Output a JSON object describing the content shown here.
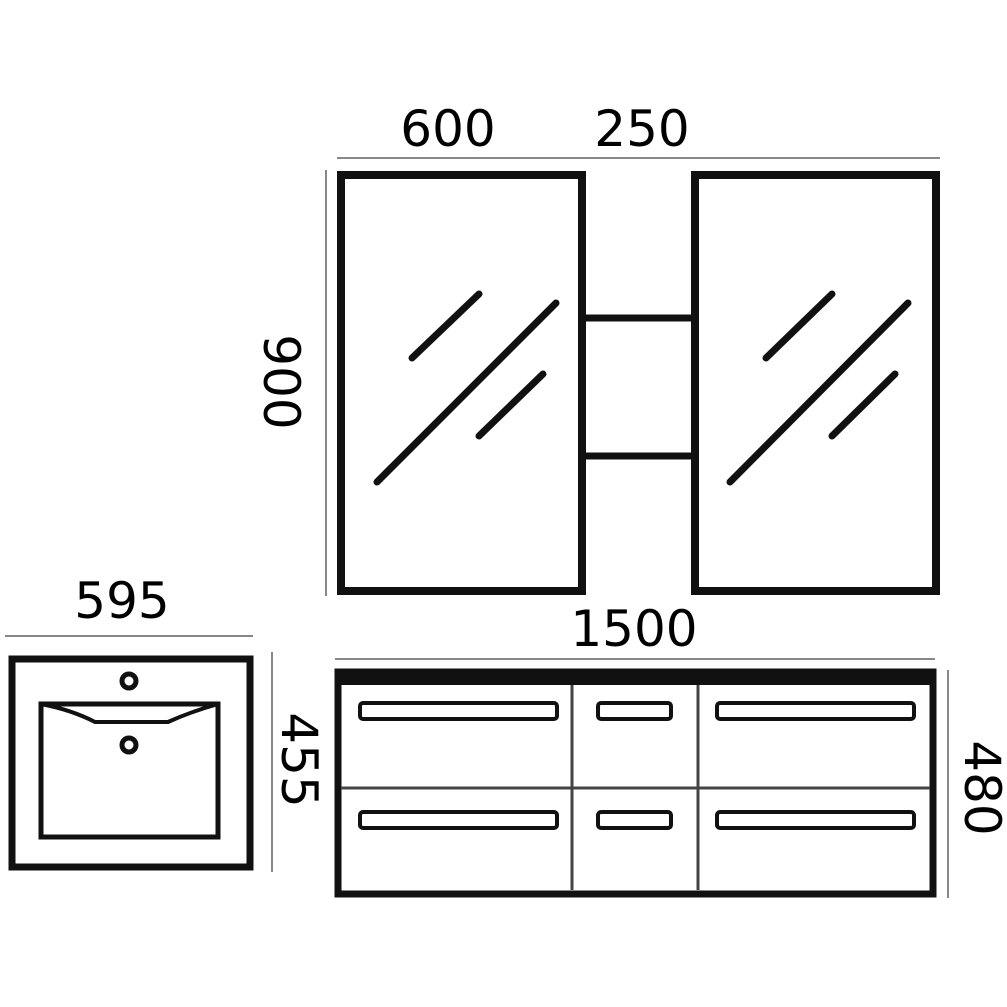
{
  "mirror_cabinet": {
    "width_left_door": "600",
    "width_center_gap": "250",
    "height": "900"
  },
  "vanity_unit": {
    "total_width": "1500",
    "height": "480"
  },
  "basin": {
    "width": "595",
    "depth": "455"
  }
}
